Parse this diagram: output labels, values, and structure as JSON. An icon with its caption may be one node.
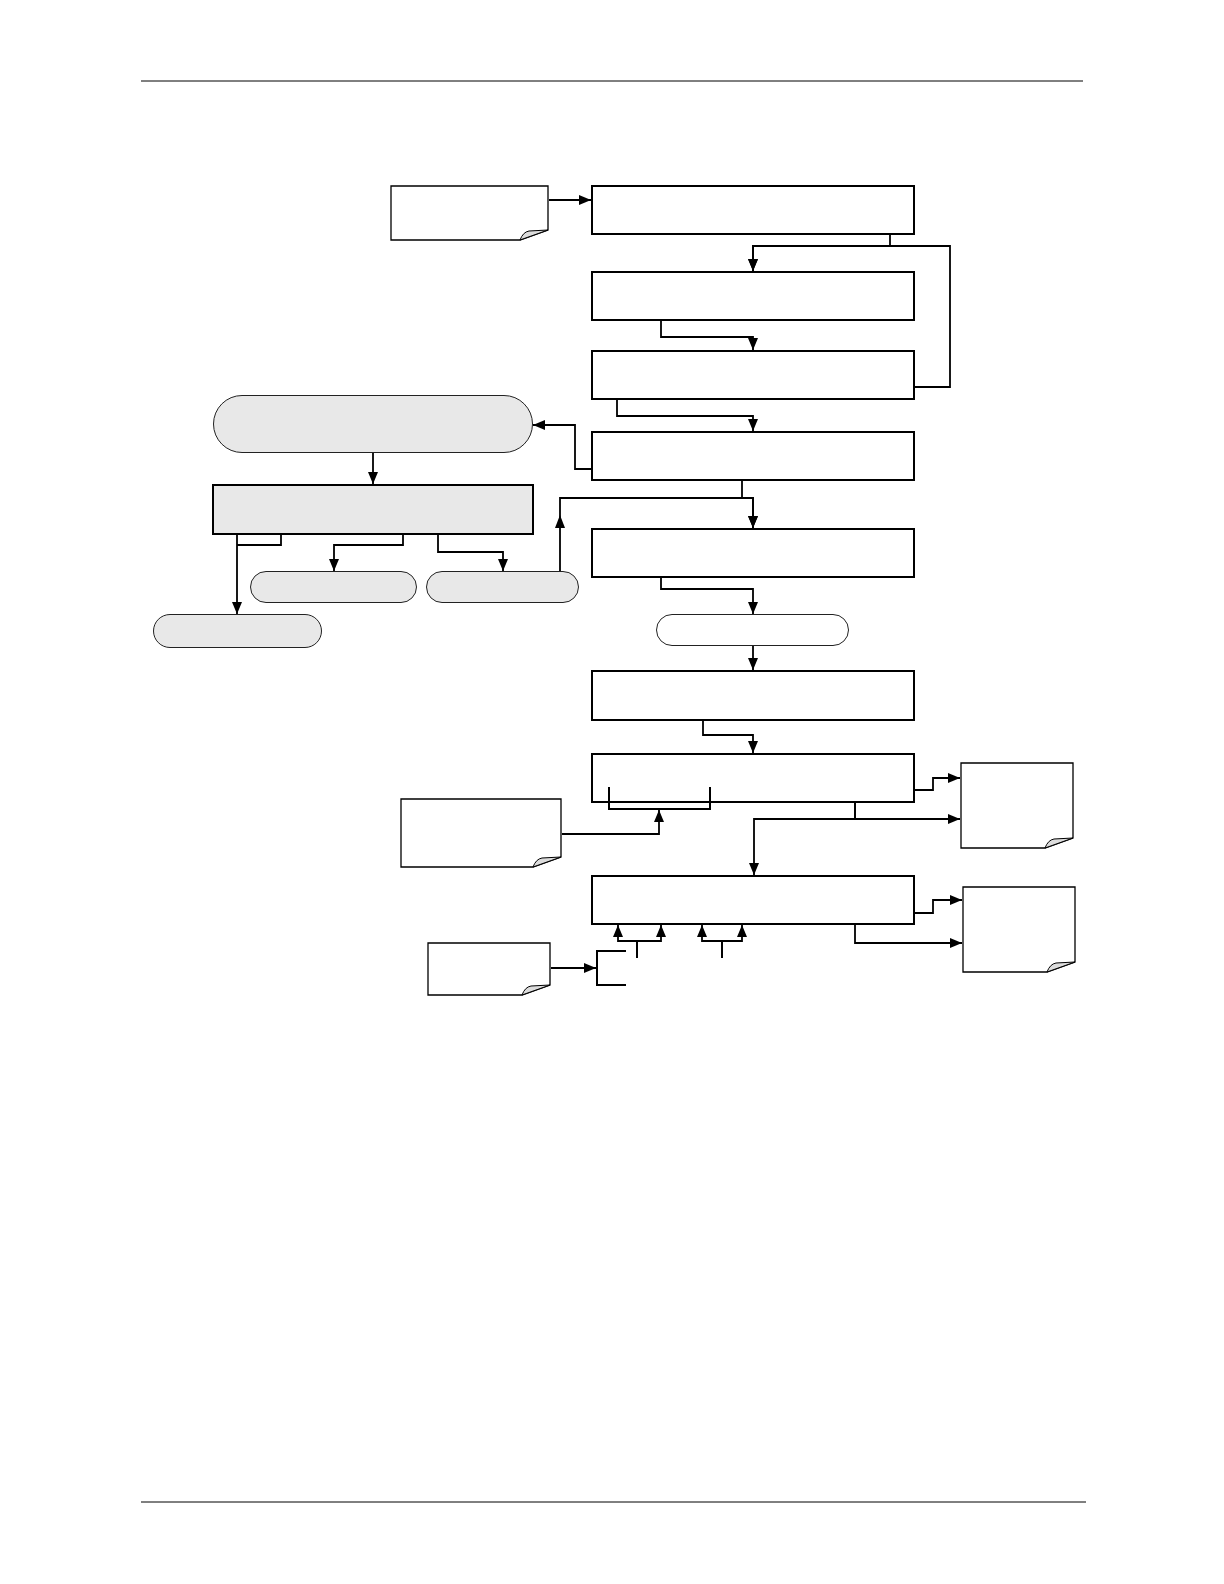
{
  "diagram": {
    "nodes": [
      {
        "text": [],
        "shape": "note"
      },
      {
        "text": [],
        "shape": "box"
      },
      {
        "text": [],
        "shape": "box"
      },
      {
        "text": [],
        "shape": "box"
      },
      {
        "text": [],
        "shape": "pill"
      },
      {
        "text": [],
        "shape": "box"
      },
      {
        "text": [],
        "shape": "box"
      },
      {
        "text": [],
        "shape": "box"
      },
      {
        "text": [],
        "shape": "pill"
      },
      {
        "text": [],
        "shape": "pill"
      },
      {
        "text": [],
        "shape": "pill"
      },
      {
        "text": [],
        "shape": "pill"
      },
      {
        "text": [],
        "shape": "box"
      },
      {
        "text": [],
        "shape": "box"
      },
      {
        "text": [],
        "shape": "note"
      },
      {
        "text": [],
        "shape": "bracket"
      },
      {
        "text": [],
        "shape": "note"
      },
      {
        "text": [],
        "shape": "box"
      },
      {
        "text": [],
        "shape": "note"
      },
      {
        "text": [],
        "shape": "note"
      },
      {
        "text": [],
        "shape": "bracket"
      }
    ],
    "edges": [
      {
        "from": 0,
        "to": 1,
        "arrow": "to"
      },
      {
        "from": 1,
        "to": 2,
        "arrow": "to"
      },
      {
        "from": 3,
        "to": 2,
        "arrow": "to"
      },
      {
        "from": 2,
        "to": 3,
        "arrow": "to"
      },
      {
        "from": 3,
        "to": 5,
        "arrow": "to"
      },
      {
        "from": 5,
        "to": 4,
        "arrow": "to"
      },
      {
        "from": 4,
        "to": 6,
        "arrow": "to"
      },
      {
        "from": 6,
        "to": 8,
        "arrow": "to"
      },
      {
        "from": 6,
        "to": 9,
        "arrow": "to"
      },
      {
        "from": 6,
        "to": 10,
        "arrow": "to"
      },
      {
        "from": 9,
        "to": 7,
        "arrow": "to"
      },
      {
        "from": 5,
        "to": 7,
        "arrow": "to"
      },
      {
        "from": 7,
        "to": 11,
        "arrow": "to"
      },
      {
        "from": 11,
        "to": 12,
        "arrow": "to"
      },
      {
        "from": 12,
        "to": 13,
        "arrow": "to"
      },
      {
        "from": 16,
        "to": 15,
        "arrow": "to"
      },
      {
        "from": 13,
        "to": 14,
        "arrow": "to"
      },
      {
        "from": 13,
        "to": 14,
        "arrow": "to"
      },
      {
        "from": 13,
        "to": 17,
        "arrow": "to"
      },
      {
        "from": 17,
        "to": 18,
        "arrow": "to"
      },
      {
        "from": 17,
        "to": 18,
        "arrow": "to"
      },
      {
        "from": 19,
        "to": 20,
        "arrow": "to"
      },
      {
        "from": 20,
        "to": 17,
        "arrow": "to"
      },
      {
        "from": 20,
        "to": 17,
        "arrow": "to"
      },
      {
        "from": null,
        "to": 17,
        "arrow": "to"
      },
      {
        "from": null,
        "to": 17,
        "arrow": "to"
      }
    ]
  }
}
